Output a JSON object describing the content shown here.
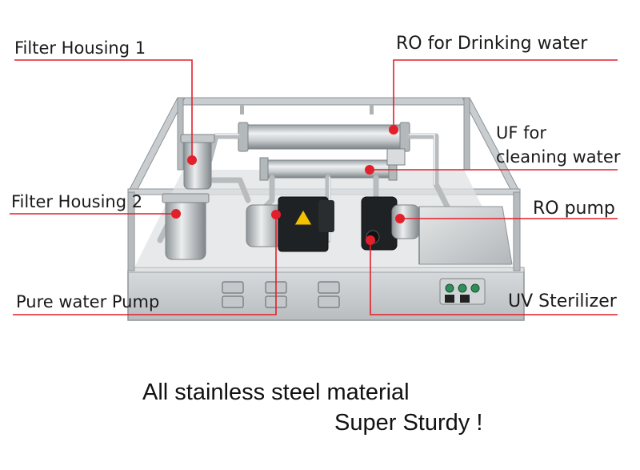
{
  "callouts": [
    {
      "label": "Filter Housing 1"
    },
    {
      "label": "RO for Drinking water"
    },
    {
      "label": "UF for"
    },
    {
      "label": "cleaning water"
    },
    {
      "label": "Filter Housing 2"
    },
    {
      "label": "RO pump"
    },
    {
      "label": "Pure water Pump"
    },
    {
      "label": "UV Sterilizer"
    }
  ],
  "caption": {
    "line1": "All stainless steel material",
    "line2": "Super Sturdy !"
  },
  "colors": {
    "leader": "#e2202b",
    "steel": "#c4c8cb",
    "steel_dark": "#8e9397",
    "pump_black": "#1f2224",
    "text": "#1a1a1a"
  }
}
